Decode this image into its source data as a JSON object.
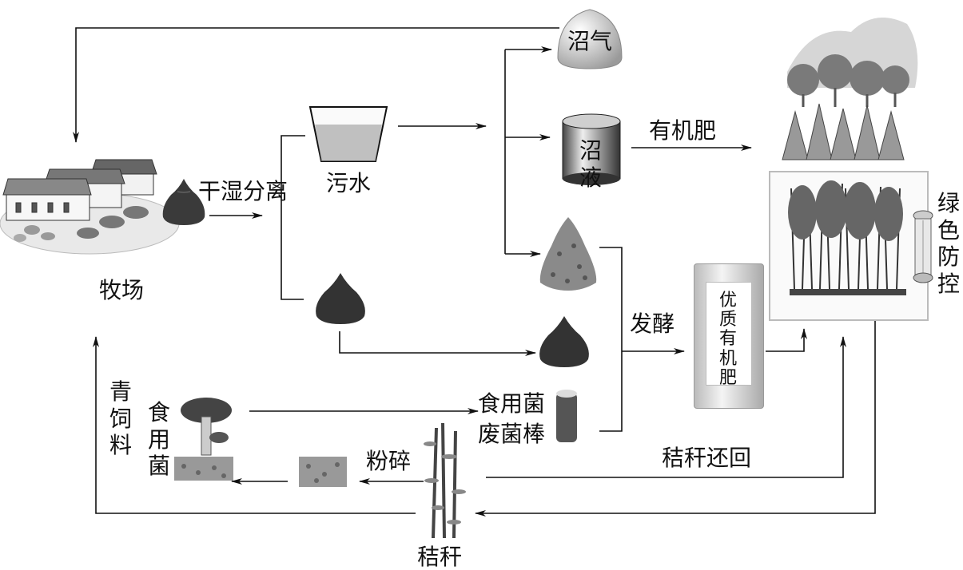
{
  "labels": {
    "farm": "牧场",
    "dry_wet_separation": "干湿分离",
    "wastewater": "污水",
    "biogas": "沼气",
    "biogas_slurry": "沼液",
    "organic_fertilizer": "有机肥",
    "fermentation": "发酵",
    "mushroom_waste_line1": "食用菌",
    "mushroom_waste_line2": "废菌棒",
    "quality_fertilizer": "优质有机肥",
    "green_control": "绿色防控",
    "straw_return": "秸秆还回",
    "crush": "粉碎",
    "straw": "秸秆",
    "green_feed": "青饲料",
    "edible_fungi": "食用菌"
  }
}
